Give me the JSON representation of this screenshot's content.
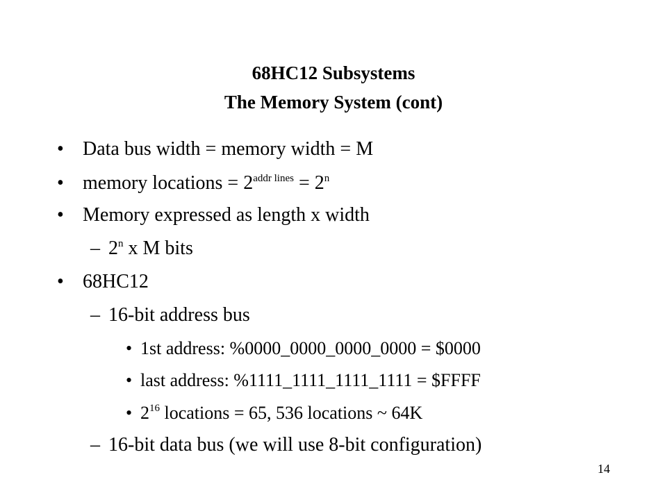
{
  "title": {
    "line1": "68HC12 Subsystems",
    "line2": "The Memory System (cont)"
  },
  "markers": {
    "bullet": "•",
    "dash": "–"
  },
  "bullets": {
    "b1": "Data bus width = memory width = M",
    "b2": {
      "pre": "memory locations = 2",
      "sup1": "addr lines",
      "mid": " = 2",
      "sup2": "n"
    },
    "b3": "Memory expressed as length x width",
    "b3_sub": {
      "pre": "2",
      "sup": "n",
      "post": " x M bits"
    },
    "b4": "68HC12",
    "b4_sub1": "16-bit address bus",
    "b4_sub1_items": {
      "i1": "1st address: %0000_0000_0000_0000  = $0000",
      "i2": "last address: %1111_1111_1111_1111 = $FFFF",
      "i3": {
        "pre": "2",
        "sup": "16",
        "post": " locations = 65, 536 locations ~ 64K"
      }
    },
    "b4_sub2": "16-bit data bus (we will use 8-bit configuration)"
  },
  "page_number": "14"
}
